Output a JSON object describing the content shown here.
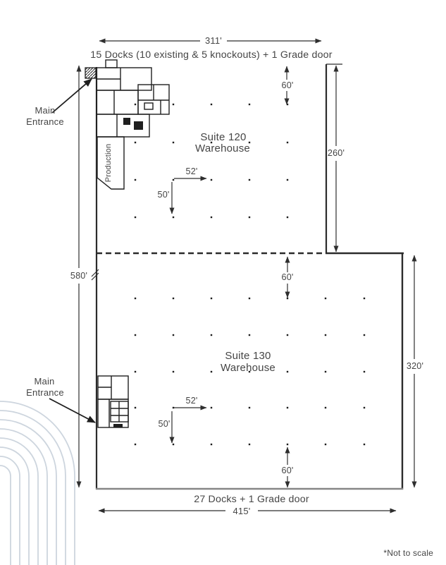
{
  "floor_plan": {
    "top": {
      "dimension": "311'",
      "docks_label": "15 Docks (10 existing & 5 knockouts) + 1 Grade door"
    },
    "left": {
      "dimension": "580'"
    },
    "right": {
      "upper_dimension": "260'",
      "lower_dimension": "320'"
    },
    "bottom": {
      "docks_label": "27 Docks + 1 Grade door",
      "dimension": "415'",
      "note": "*Not to scale"
    },
    "suite_120": {
      "name_line1": "Suite 120",
      "name_line2": "Warehouse",
      "bay_depth_top": "60'",
      "bay_width": "52'",
      "bay_depth": "50'"
    },
    "suite_130": {
      "name_line1": "Suite 130",
      "name_line2": "Warehouse",
      "bay_depth_top": "60'",
      "bay_depth_bottom": "60'",
      "bay_width": "52'",
      "bay_depth": "50'"
    },
    "production_label": "Production",
    "entrances": {
      "upper": {
        "line1": "Main",
        "line2": "Entrance"
      },
      "lower": {
        "line1": "Main",
        "line2": "Entrance"
      }
    },
    "colors": {
      "line": "#2b2b2b",
      "text": "#454545",
      "arc": "#cdd5de",
      "bottom_wall": "#868686"
    },
    "grid": {
      "suite120": {
        "cols": [
          192,
          246,
          300,
          354,
          408
        ],
        "rows": [
          148,
          202,
          255,
          308
        ]
      },
      "suite130": {
        "cols": [
          192,
          246,
          300,
          354,
          408,
          462,
          517
        ],
        "rows": [
          423,
          475,
          527,
          578,
          630
        ]
      }
    }
  }
}
